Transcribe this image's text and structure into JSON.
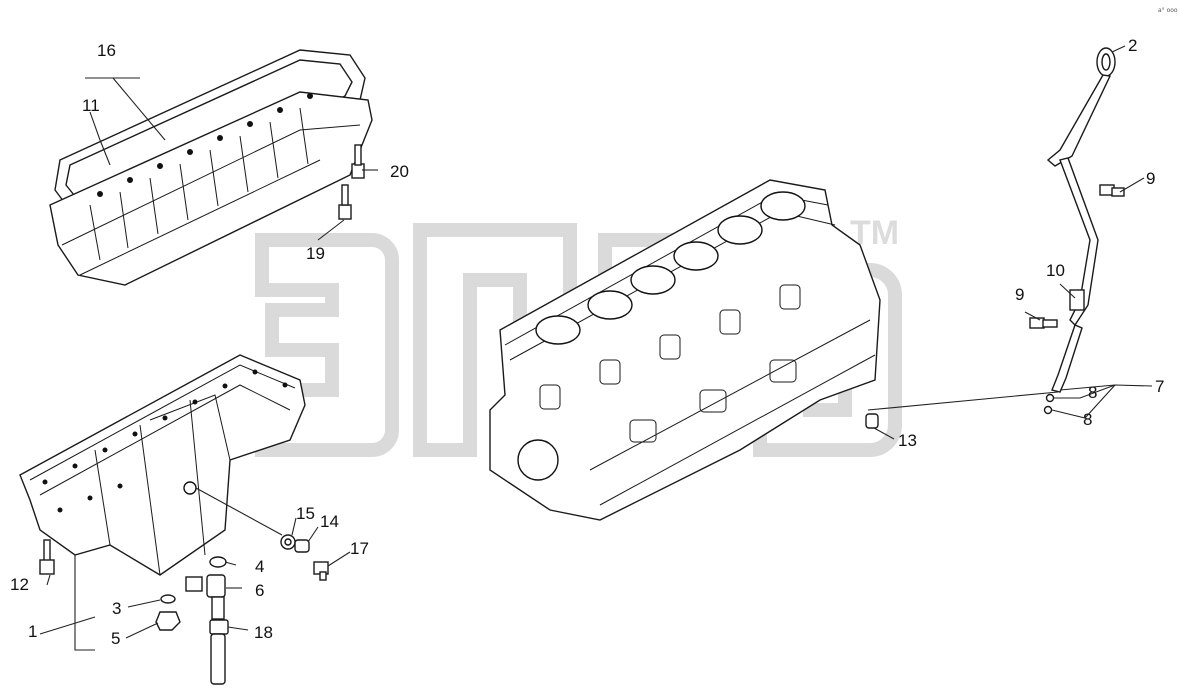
{
  "watermark": {
    "trademark": "TM"
  },
  "corner_code": "a° ooo",
  "callouts": [
    {
      "id": "c1",
      "text": "1"
    },
    {
      "id": "c2",
      "text": "2"
    },
    {
      "id": "c3",
      "text": "3"
    },
    {
      "id": "c4",
      "text": "4"
    },
    {
      "id": "c5",
      "text": "5"
    },
    {
      "id": "c6",
      "text": "6"
    },
    {
      "id": "c7",
      "text": "7"
    },
    {
      "id": "c8a",
      "text": "8"
    },
    {
      "id": "c8b",
      "text": "8"
    },
    {
      "id": "c9a",
      "text": "9"
    },
    {
      "id": "c9b",
      "text": "9"
    },
    {
      "id": "c10",
      "text": "10"
    },
    {
      "id": "c11",
      "text": "11"
    },
    {
      "id": "c12",
      "text": "12"
    },
    {
      "id": "c13",
      "text": "13"
    },
    {
      "id": "c14",
      "text": "14"
    },
    {
      "id": "c15",
      "text": "15"
    },
    {
      "id": "c16",
      "text": "16"
    },
    {
      "id": "c17",
      "text": "17"
    },
    {
      "id": "c18",
      "text": "18"
    },
    {
      "id": "c19",
      "text": "19"
    },
    {
      "id": "c20",
      "text": "20"
    }
  ]
}
